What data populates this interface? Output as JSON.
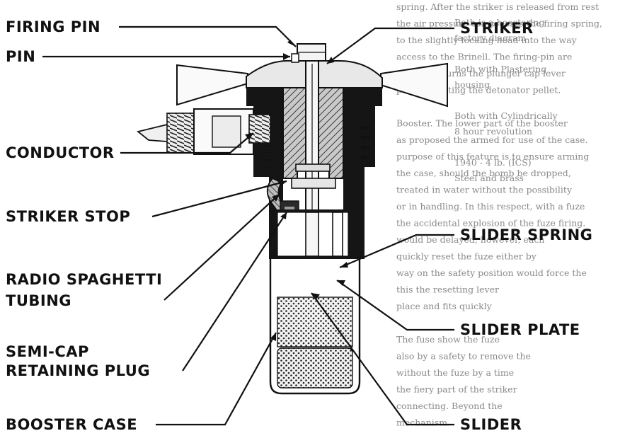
{
  "labels": {
    "firing_pin": "FIRING PIN",
    "pin": "PIN",
    "conductor": "CONDUCTOR",
    "striker_stop": "STRIKER STOP",
    "radio_spaghetti_1": "RADIO SPAGHETTI",
    "radio_spaghetti_2": "TUBING",
    "semi_cap_1": "SEMI-CAP",
    "semi_cap_2": "RETAINING PLUG",
    "booster_case": "BOOSTER CASE",
    "striker": "STRIKER",
    "slider_spring": "SLIDER SPRING",
    "slider_plate": "SLIDER PLATE",
    "slider": "SLIDER"
  },
  "background_text": {
    "right_col": [
      "spring. After the striker is released from rest",
      "the air pressure compresses the firing spring,",
      "to the slightly locking head into the way",
      "access to the Brinell. The firing-pin are",
      "spring. Returns the plunger cap lever",
      "point, initiating the detonator pellet.",
      "",
      "Booster. The lower part of the booster",
      "as proposed the armed for use of the case.",
      "purpose of this feature is to ensure arming",
      "the case, should the bomb be dropped,",
      "treated in water without the possibility",
      "or in handling. In this respect, with a fuze",
      "the accidental explosion of the fuze firing.",
      "would be delayed, however, each",
      "quickly reset the fuze either by",
      "way on the safety position would force the",
      "this the resetting lever",
      "place and fits quickly",
      "",
      "The fuse show the fuze",
      "also by a safety to remove the",
      "without the fuze by a time",
      "the fiery part of the striker",
      "connecting. Beyond the",
      "mechanism."
    ],
    "mid_col": [
      "Both is a boostering",
      "factory diagram",
      "",
      "Both with Plastering",
      "housing",
      "",
      "Both with Cylindrically",
      "8 hour revolution",
      "",
      "1940 - 4 lb. (ICS)",
      "Steel and brass"
    ]
  }
}
